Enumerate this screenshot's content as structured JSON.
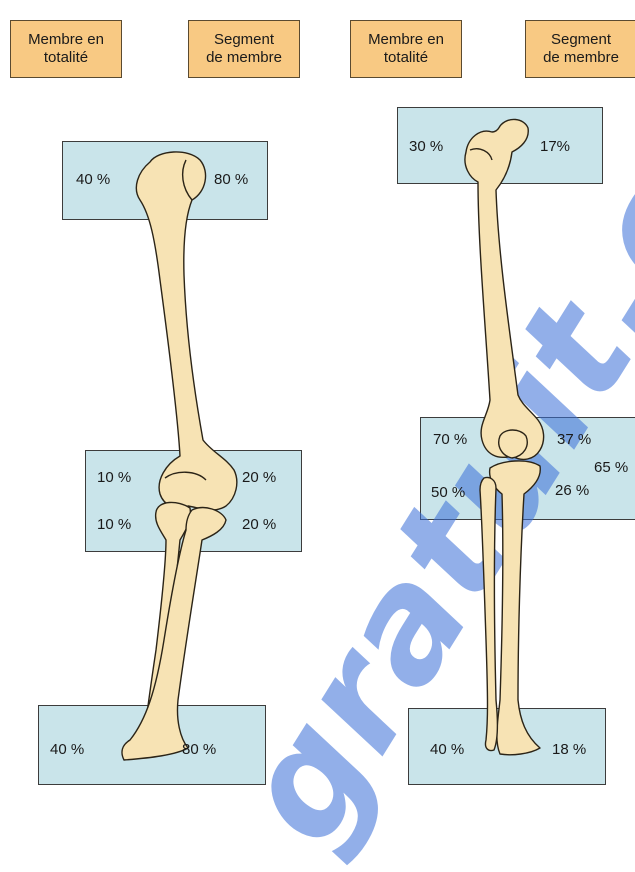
{
  "headers": [
    {
      "line1": "Membre en",
      "line2": "totalité"
    },
    {
      "line1": "Segment",
      "line2": "de membre"
    },
    {
      "line1": "Membre en",
      "line2": "totalité"
    },
    {
      "line1": "Segment",
      "line2": "de membre"
    }
  ],
  "arm": {
    "shoulder": {
      "whole": "40 %",
      "segment": "80 %"
    },
    "elbow_upper": {
      "whole": "10 %",
      "segment": "20 %"
    },
    "elbow_lower": {
      "whole": "10 %",
      "segment": "20 %"
    },
    "wrist": {
      "whole": "40 %",
      "segment": "80 %"
    }
  },
  "leg": {
    "hip": {
      "whole": "30 %",
      "segment": "17%"
    },
    "knee_upper": {
      "whole": "70 %",
      "segment": "37 %"
    },
    "knee_total": "65 %",
    "knee_lower": {
      "whole": "50 %",
      "segment": "26 %"
    },
    "ankle": {
      "whole": "40 %",
      "segment": "18 %"
    }
  },
  "watermark": "gratuit.com",
  "colors": {
    "header_fill": "#f8c983",
    "box_fill": "#c9e4ea",
    "bone_fill": "#f7e3b4",
    "watermark": "#3a6fd8"
  }
}
